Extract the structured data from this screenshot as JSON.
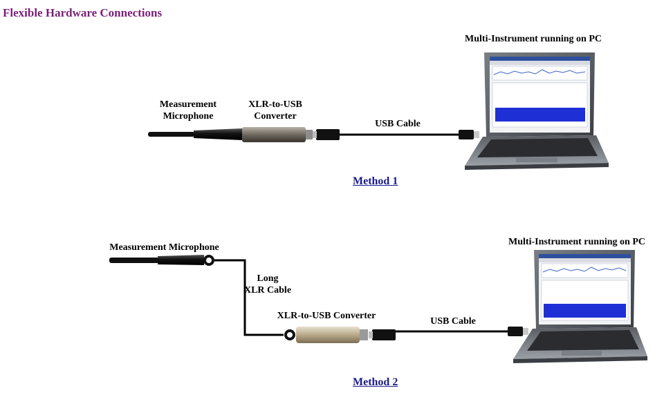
{
  "title": "Flexible Hardware Connections",
  "method1": {
    "mic_label_line1": "Measurement",
    "mic_label_line2": "Microphone",
    "converter_label_line1": "XLR-to-USB",
    "converter_label_line2": "Converter",
    "cable_label": "USB Cable",
    "pc_label": "Multi-Instrument running on PC",
    "link": "Method 1"
  },
  "method2": {
    "mic_label": "Measurement Microphone",
    "xlr_label_line1": "Long",
    "xlr_label_line2": "XLR Cable",
    "converter_label": "XLR-to-USB Converter",
    "cable_label": "USB Cable",
    "pc_label": "Multi-Instrument running on PC",
    "link": "Method 2"
  },
  "colors": {
    "title": "#7a1f7a",
    "link": "#1a1a8a",
    "screen_bars": "#1f2fd6"
  }
}
